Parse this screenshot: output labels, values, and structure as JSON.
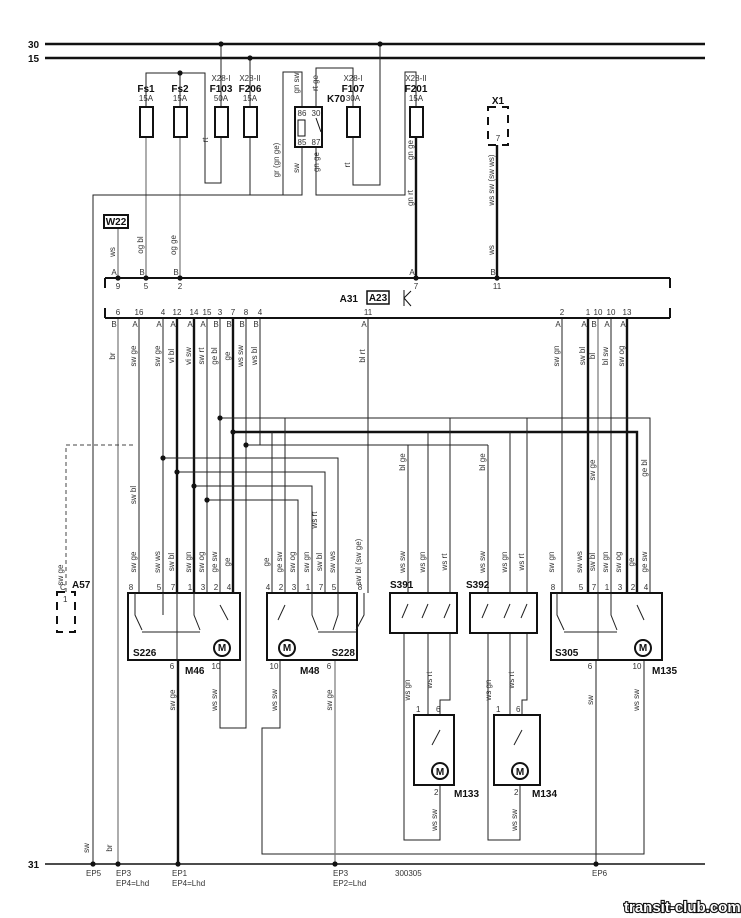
{
  "rails": {
    "r30": "30",
    "r15": "15",
    "r31": "31"
  },
  "fuses": [
    {
      "name": "Fs1",
      "rating": "15A"
    },
    {
      "name": "Fs2",
      "rating": "15A"
    },
    {
      "name": "F103",
      "rating": "50A",
      "conn": "X28-I"
    },
    {
      "name": "F206",
      "rating": "15A",
      "conn": "X28-II"
    },
    {
      "name": "F107",
      "rating": "30A",
      "conn": "X28-I"
    },
    {
      "name": "F201",
      "rating": "15A",
      "conn": "X28-II"
    }
  ],
  "relay": {
    "name": "K70",
    "pins": [
      "86",
      "30",
      "85",
      "87"
    ]
  },
  "x1": {
    "name": "X1",
    "pin": "7"
  },
  "w22": "W22",
  "module": {
    "name": "A31",
    "sub": "A23",
    "top_pins": [
      "9",
      "5",
      "2",
      "7",
      "11"
    ],
    "top_letters": [
      "A",
      "B",
      "B",
      "A",
      "B"
    ],
    "bottom_pins": [
      "6",
      "16",
      "4",
      "12",
      "14",
      "15",
      "3",
      "7",
      "8",
      "4",
      "11",
      "2",
      "1",
      "10",
      "10",
      "13"
    ],
    "bottom_letters": [
      "B",
      "A",
      "A",
      "A",
      "A",
      "A",
      "B",
      "B",
      "B",
      "B",
      "A",
      "A",
      "A",
      "B",
      "A",
      "A"
    ]
  },
  "components": {
    "s226": {
      "name": "S226",
      "motor": "M46",
      "pins_top": [
        "8",
        "5",
        "7",
        "1",
        "3",
        "2",
        "4"
      ],
      "pins_bottom": [
        "6",
        "10"
      ],
      "m": "M"
    },
    "s228": {
      "name": "S228",
      "motor": "M48",
      "pins_top": [
        "4",
        "2",
        "3",
        "1",
        "7",
        "5",
        "8"
      ],
      "pins_bottom": [
        "10",
        "6"
      ],
      "m": "M"
    },
    "s391": {
      "name": "S391"
    },
    "s392": {
      "name": "S392"
    },
    "s305": {
      "name": "S305",
      "motor": "M135",
      "pins_top": [
        "8",
        "5",
        "7",
        "1",
        "3",
        "2",
        "4"
      ],
      "pins_bottom": [
        "6",
        "10"
      ],
      "m": "M"
    },
    "m133": {
      "name": "M133",
      "pins": [
        "1",
        "6",
        "2"
      ],
      "m": "M"
    },
    "m134": {
      "name": "M134",
      "pins": [
        "1",
        "6",
        "2"
      ],
      "m": "M"
    },
    "a57": {
      "name": "A57",
      "pins": [
        "C",
        "1"
      ]
    }
  },
  "wire_labels": [
    "gn sw",
    "rt ge",
    "rt",
    "gr (gn ge)",
    "sw",
    "gn ge",
    "rt",
    "gn ge",
    "gn rt",
    "ws sw (sw ws)",
    "ws",
    "og bl",
    "og ge",
    "ws",
    "br",
    "sw ge",
    "sw ge",
    "vi bl",
    "vi sw",
    "sw rt",
    "ge bl",
    "ge",
    "ws sw",
    "ws bl",
    "bl rt",
    "sw gn",
    "sw bl",
    "bl",
    "bl sw",
    "sw og",
    "sw bl",
    "sw ge",
    "ws rt",
    "bl ge",
    "bl ge",
    "sw ge",
    "ge bl",
    "sw ge",
    "sw ws",
    "sw bl",
    "sw gn",
    "sw og",
    "ge sw",
    "ge",
    "ge",
    "ge sw",
    "sw og",
    "sw gn",
    "sw bl",
    "sw ws",
    "sw bl (sw ge)",
    "ws sw",
    "ws gn",
    "ws rt",
    "ws sw",
    "ws gn",
    "ws rt",
    "sw gn",
    "sw ws",
    "sw bl",
    "sw gn",
    "sw og",
    "ge",
    "ge sw",
    "sw ge",
    "ws sw",
    "ws sw",
    "sw ge",
    "ws gn",
    "ws rt",
    "ws gn",
    "ws rt",
    "sw",
    "ws sw",
    "ws sw",
    "ws sw",
    "sw",
    "br"
  ],
  "grounds": [
    {
      "id": "EP5"
    },
    {
      "id": "EP3",
      "note": "EP4=Lhd"
    },
    {
      "id": "EP1",
      "note": "EP4=Lhd"
    },
    {
      "id": "EP3",
      "note": "EP2=Lhd"
    },
    {
      "id": "EP6"
    }
  ],
  "diagram_code": "300305",
  "watermark": "transit-club.com"
}
